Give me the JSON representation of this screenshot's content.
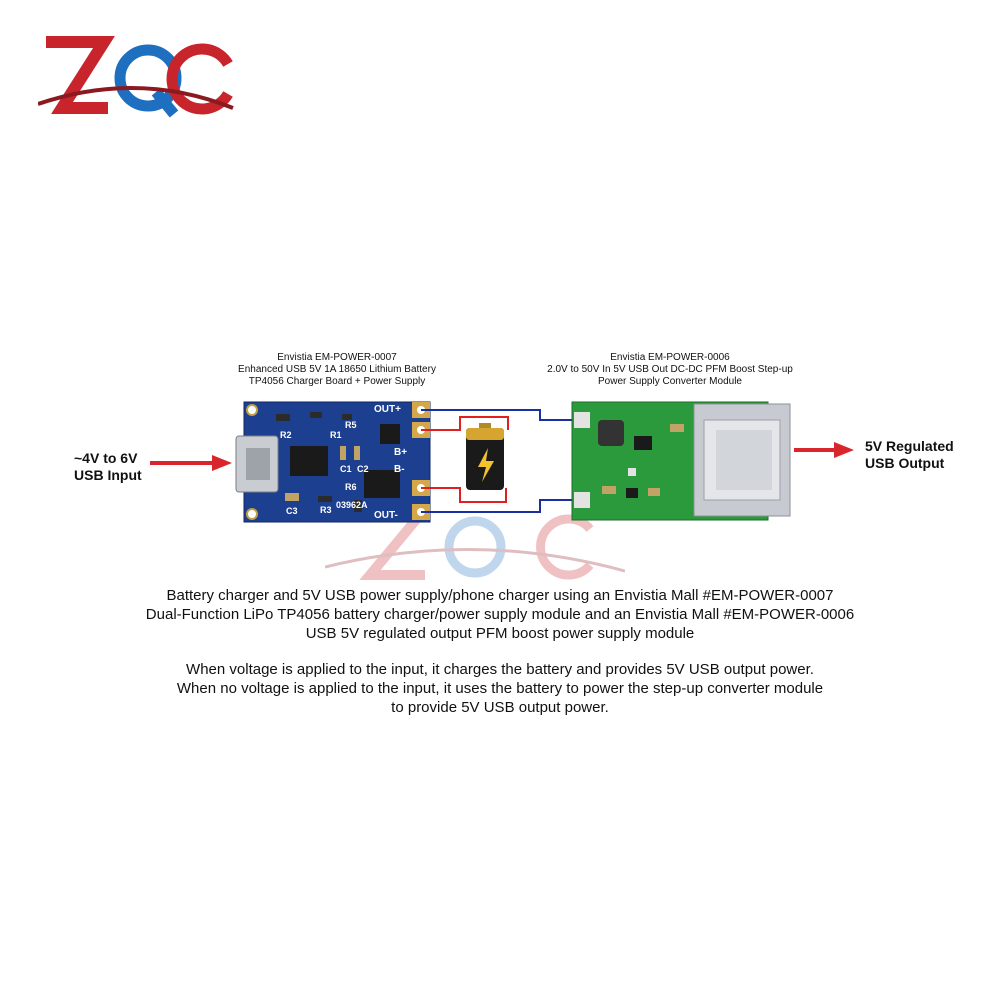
{
  "brand": {
    "logo_text": "ZQC",
    "logo_color_red": "#c8242b",
    "logo_color_blue": "#1e6fc0"
  },
  "module1": {
    "caption": [
      "Envistia EM-POWER-0007",
      "Enhanced USB 5V 1A 18650 Lithium Battery",
      "TP4056 Charger Board + Power Supply"
    ],
    "pcb_color": "#1d3f8f",
    "labels": {
      "out_plus": "OUT+",
      "out_minus": "OUT-",
      "b_plus": "B+",
      "b_minus": "B-",
      "r1": "R1",
      "r2": "R2",
      "r3": "R3",
      "r5": "R5",
      "r6": "R6",
      "c1": "C1",
      "c2": "C2",
      "c3": "C3",
      "code": "03962A"
    }
  },
  "module2": {
    "caption": [
      "Envistia EM-POWER-0006",
      "2.0V to 50V In 5V USB Out DC-DC PFM Boost Step-up",
      "Power Supply Converter Module"
    ],
    "pcb_color": "#2a9a3c"
  },
  "input": {
    "lines": [
      "~4V to 6V",
      "USB Input"
    ],
    "arrow_color": "#d8262c"
  },
  "output": {
    "lines": [
      "5V Regulated",
      "USB Output"
    ],
    "arrow_color": "#d8262c"
  },
  "wire_colors": {
    "positive": "#e02020",
    "negative": "#1a2fa0"
  },
  "description": {
    "paragraph1": [
      "Battery charger and 5V USB power supply/phone charger using an Envistia Mall #EM-POWER-0007",
      "Dual-Function LiPo TP4056 battery charger/power supply module and an Envistia Mall #EM-POWER-0006",
      "USB 5V regulated output PFM boost power supply module"
    ],
    "paragraph2": [
      "When voltage is applied to the input, it charges the battery and provides 5V USB output power.",
      "When no voltage is applied to the input, it uses the battery to power the step-up converter module",
      "to provide 5V USB output power."
    ]
  }
}
